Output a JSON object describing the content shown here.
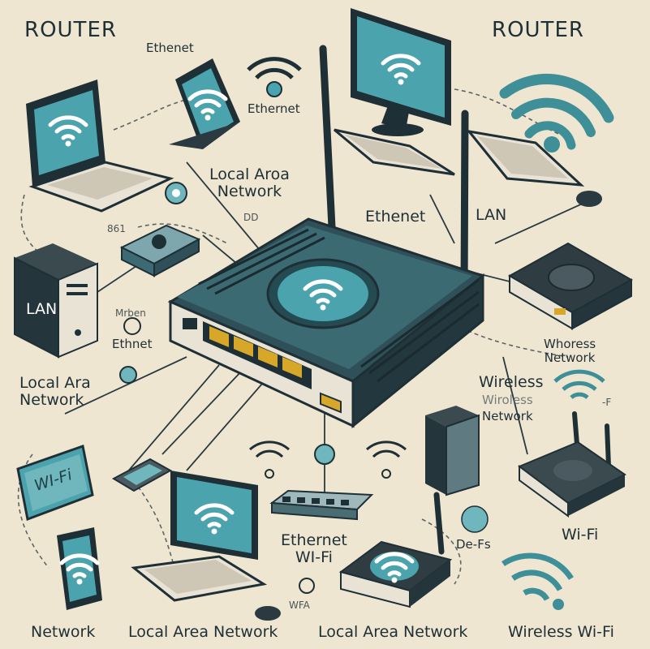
{
  "colors": {
    "background": "#efe6d2",
    "teal": "#3f8f98",
    "teal_light": "#6fb6bd",
    "router_body": "#355f68",
    "dark": "#1f2f36",
    "port_yellow": "#d6a728",
    "line": "#2a3a40"
  },
  "labels": {
    "router_left": "ROUTER",
    "router_right": "ROUTER",
    "ethernet_top": "Ethenet",
    "ethernet_tablet": "Ethernet",
    "lan_title": "Local Aroa\nNetwork",
    "ethernet_center": "Ethenet",
    "lan_center": "LAN",
    "small_861": "861",
    "small_dd": "DD",
    "lan_box": "LAN",
    "mrben": "Mrben",
    "ethernet_left": "Ethnet",
    "local_area_left": "Local Ara\nNetwork",
    "wireless_right_top": "Whoress\nNetwork",
    "wireless_right": "Wireless",
    "wireless_right_faint": "Wiroless",
    "network_right": "Network",
    "wifi_right_small": "-F",
    "wifi_sign": "WI-Fi",
    "ethernet_bottom": "Ethernet\nWI-Fi",
    "defs": "De-Fs",
    "wifi_right": "Wi-Fi",
    "wifi_small_bottom": "WFA",
    "footer_network": "Network",
    "footer_lan1": "Local Area Network",
    "footer_lan2": "Local Area Network",
    "footer_wireless": "Wireless Wi-Fi"
  }
}
